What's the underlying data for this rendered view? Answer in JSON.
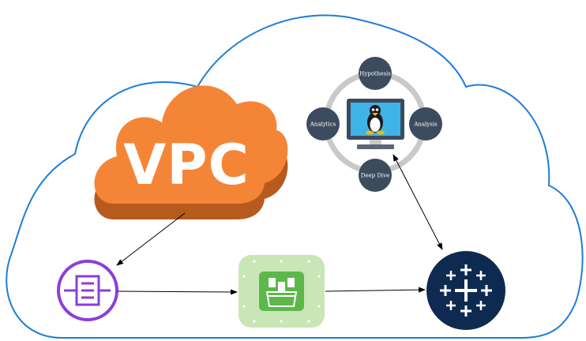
{
  "vpc": {
    "label": "VPC",
    "color": "#F58536",
    "shadow_color": "#B65A1E"
  },
  "cloud": {
    "stroke_color": "#1E7DD8"
  },
  "linux_hub": {
    "ring_color": "#C9C9CB",
    "node_color": "#3D4B5E",
    "icon": "linux-tux-monitor-icon",
    "nodes": {
      "top": "Hypothesis",
      "left": "Analytics",
      "right": "Analysis",
      "bottom": "Deep Dive"
    }
  },
  "ingest": {
    "icon": "ingestion-stream-icon",
    "color": "#8B3FD9"
  },
  "storage": {
    "icon": "data-bucket-icon",
    "bg_color": "#C8E6B6",
    "inner_color": "#5DB84A"
  },
  "tableau": {
    "icon": "tableau-logo-icon",
    "color": "#0F2A50"
  }
}
